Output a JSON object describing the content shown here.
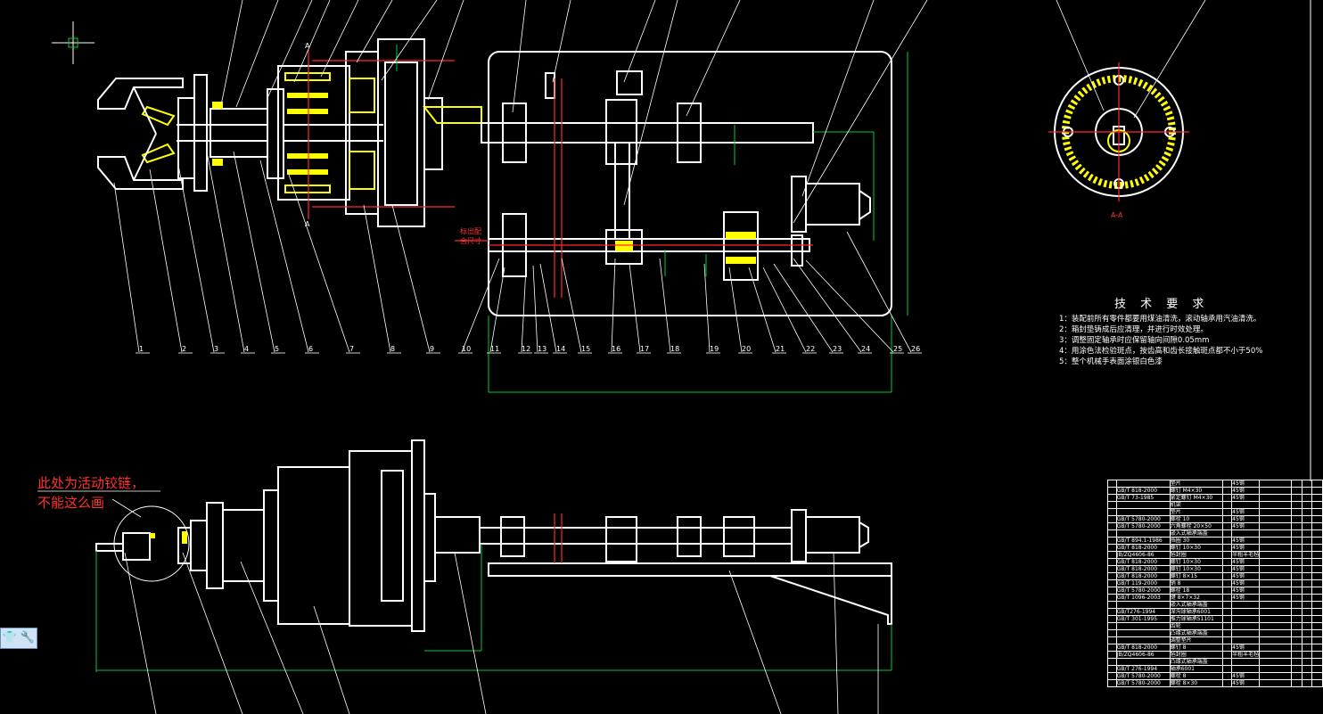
{
  "colors": {
    "background": "#000000",
    "outline": "#ffffff",
    "hatch": "#ffff00",
    "center": "#ff2a2a",
    "dimension": "#00cc33"
  },
  "balloons": [
    "1",
    "2",
    "3",
    "4",
    "5",
    "6",
    "7",
    "8",
    "9",
    "10",
    "11",
    "12",
    "13",
    "14",
    "15",
    "16",
    "17",
    "18",
    "19",
    "20",
    "21",
    "22",
    "23",
    "24",
    "25",
    "26"
  ],
  "section_label": "A-A",
  "cut_mark": "A",
  "callout": [
    "标出配",
    "合尺寸"
  ],
  "tech": {
    "title": "技 术 要 求",
    "items": [
      "1：装配前所有零件都要用煤油清洗，滚动轴承用汽油清洗。",
      "2：箱封垫铸成后应清理，并进行时效处理。",
      "3：调整固定轴承时应保留轴向间隙0.05mm",
      "4：用涂色法检验斑点，按齿高和齿长接触斑点都不小于50%",
      "5：整个机械手表面涂银白色漆"
    ]
  },
  "annotation": {
    "line1": "此处为活动铰链，",
    "line2": "不能这么画"
  },
  "toolbar": {
    "icon1": "shirt-icon",
    "icon2": "wrench-icon"
  },
  "bom": [
    [
      "",
      "垫片",
      "",
      "45钢"
    ],
    [
      "GB/T 818-2000",
      "螺钉 M4×30",
      "",
      "45钢"
    ],
    [
      "GB/T 73-1985",
      "紧定螺钉 M4×30",
      "",
      "45钢"
    ],
    [
      "",
      "机架",
      "",
      ""
    ],
    [
      "",
      "垫片",
      "",
      "45钢"
    ],
    [
      "GB/T 5780-2000",
      "螺栓 10",
      "",
      "45钢"
    ],
    [
      "GB/T 5780-2000",
      "六角螺栓 20×50",
      "",
      "45钢"
    ],
    [
      "",
      "嵌入式轴承端盖",
      "",
      ""
    ],
    [
      "GB/T 894.1-1986",
      "挡圈 30",
      "",
      "45钢"
    ],
    [
      "GB/T 818-2000",
      "螺钉 10×30",
      "",
      "45钢"
    ],
    [
      "JB/ZQ4606-86",
      "毡封圈",
      "",
      "半粗羊毛毡"
    ],
    [
      "GB/T 818-2000",
      "螺钉 10×30",
      "",
      "45钢"
    ],
    [
      "GB/T 818-2000",
      "螺钉 10×30",
      "",
      "45钢"
    ],
    [
      "GB/T 818-2000",
      "螺钉 8×15",
      "",
      "45钢"
    ],
    [
      "GB/T 119-2000",
      "销 8",
      "",
      "45钢"
    ],
    [
      "GB/T 5780-2000",
      "螺栓 18",
      "",
      "45钢"
    ],
    [
      "GB/T 1096-2003",
      "键 8×7×32",
      "",
      "45钢"
    ],
    [
      "",
      "嵌入式轴承端盖",
      "",
      ""
    ],
    [
      "GB/T276-1994",
      "深沟球轴承6001",
      "",
      ""
    ],
    [
      "GB/T 301-1995",
      "推力球轴承51101",
      "",
      ""
    ],
    [
      "",
      "齿轮",
      "",
      ""
    ],
    [
      "",
      "凸缘式轴承端盖",
      "",
      ""
    ],
    [
      "",
      "调整垫片",
      "",
      ""
    ],
    [
      "GB/T 818-2000",
      "螺钉 8",
      "",
      "45钢"
    ],
    [
      "JB/ZQ4606-86",
      "毡封圈",
      "",
      "半粗羊毛毡"
    ],
    [
      "",
      "凸缘式轴承端盖",
      "",
      ""
    ],
    [
      "GB/T 276-1994",
      "轴承6001",
      "",
      ""
    ],
    [
      "GB/T 5780-2000",
      "螺栓 8",
      "",
      "45钢"
    ],
    [
      "GB/T 5780-2000",
      "螺栓 8×30",
      "",
      "45钢"
    ]
  ]
}
